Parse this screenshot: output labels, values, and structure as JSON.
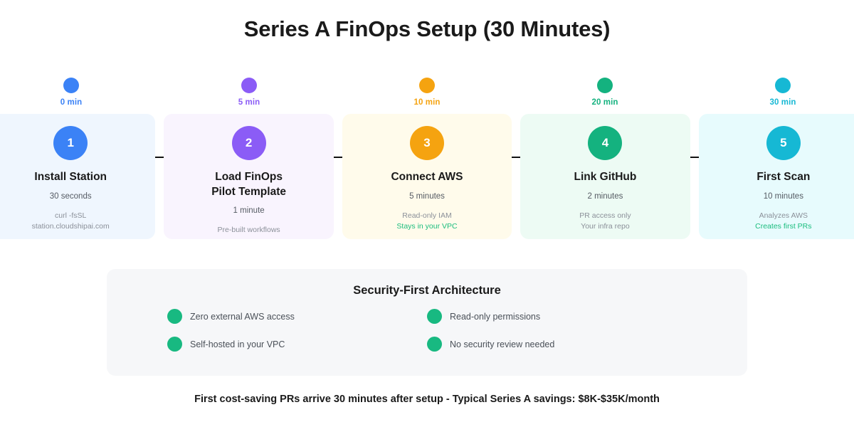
{
  "title": "Series A FinOps Setup (30 Minutes)",
  "timeline": {
    "nodes": [
      {
        "label": "0 min",
        "color": "#3b82f6"
      },
      {
        "label": "5 min",
        "color": "#8b5cf6"
      },
      {
        "label": "10 min",
        "color": "#f5a310"
      },
      {
        "label": "20 min",
        "color": "#14b27f"
      },
      {
        "label": "30 min",
        "color": "#16b8d4"
      }
    ],
    "line_color": "#111111"
  },
  "steps": [
    {
      "number": "1",
      "title": "Install Station",
      "duration": "30 seconds",
      "details": [
        "curl -fsSL",
        "station.cloudshipai.com"
      ],
      "highlight_last": false,
      "circle_color": "#3b82f6",
      "card_bg": "#eff6fe"
    },
    {
      "number": "2",
      "title": "Load FinOps\nPilot Template",
      "duration": "1 minute",
      "details": [
        "Pre-built workflows"
      ],
      "highlight_last": false,
      "circle_color": "#8b5cf6",
      "card_bg": "#f9f4fe"
    },
    {
      "number": "3",
      "title": "Connect AWS",
      "duration": "5 minutes",
      "details": [
        "Read-only IAM",
        "Stays in your VPC"
      ],
      "highlight_last": true,
      "circle_color": "#f5a310",
      "card_bg": "#fffbeb"
    },
    {
      "number": "4",
      "title": "Link GitHub",
      "duration": "2 minutes",
      "details": [
        "PR access only",
        "Your infra repo"
      ],
      "highlight_last": false,
      "circle_color": "#14b27f",
      "card_bg": "#edfbf4"
    },
    {
      "number": "5",
      "title": "First Scan",
      "duration": "10 minutes",
      "details": [
        "Analyzes AWS",
        "Creates first PRs"
      ],
      "highlight_last": true,
      "circle_color": "#16b8d4",
      "card_bg": "#e7fbfd"
    }
  ],
  "security": {
    "title": "Security-First Architecture",
    "bullet_color": "#18b981",
    "items": [
      "Zero external AWS access",
      "Read-only permissions",
      "Self-hosted in your VPC",
      "No security review needed"
    ]
  },
  "footer": "First cost-saving PRs arrive 30 minutes after setup - Typical Series A savings: $8K-$35K/month"
}
